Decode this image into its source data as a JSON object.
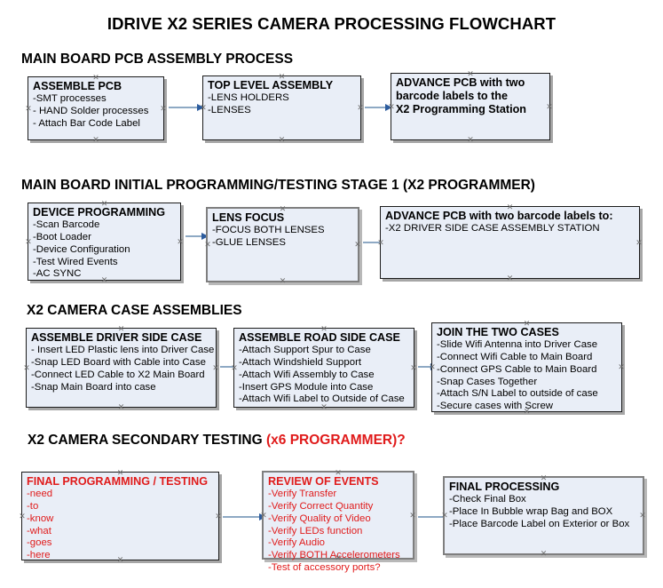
{
  "document": {
    "title": "IDRIVE X2  SERIES CAMERA PROCESSING FLOWCHART"
  },
  "theme": {
    "node_fill": "#e9eef7",
    "node_border": "#1b1b1b",
    "gray_border": "#7f7f7f",
    "arrow_line": "#8ea9c4",
    "arrow_head": "#2c5c9e",
    "accent_red": "#e01b1b",
    "text": "#000000",
    "background": "#ffffff"
  },
  "sections": [
    {
      "id": "main-board-pcb-assembly-process",
      "heading": "MAIN BOARD PCB ASSEMBLY PROCESS",
      "heading_accent": "",
      "nodes": [
        {
          "id": "assemble-pcb",
          "title": "ASSEMBLE PCB",
          "lines": [
            "-SMT processes",
            "- HAND Solder processes",
            "- Attach Bar Code Label"
          ],
          "bold_body": false,
          "red": false
        },
        {
          "id": "top-level-assembly",
          "title": "TOP LEVEL ASSEMBLY",
          "lines": [
            "-LENS HOLDERS",
            "-LENSES"
          ],
          "bold_body": false,
          "red": false
        },
        {
          "id": "advance-pcb-to-x2-programming-station",
          "title": "ADVANCE PCB with two",
          "lines": [
            "barcode labels to the",
            " X2 Programming Station"
          ],
          "bold_body": true,
          "red": false
        }
      ]
    },
    {
      "id": "main-board-initial-programming-testing-stage-1",
      "heading": "MAIN BOARD INITIAL PROGRAMMING/TESTING STAGE 1 (X2 PROGRAMMER)",
      "heading_accent": "",
      "nodes": [
        {
          "id": "device-programming",
          "title": "DEVICE PROGRAMMING",
          "lines": [
            "-Scan Barcode",
            "-Boot Loader",
            "-Device Configuration",
            "-Test Wired Events",
            "-AC SYNC"
          ],
          "bold_body": false,
          "red": false
        },
        {
          "id": "lens-focus",
          "title": "LENS FOCUS",
          "lines": [
            "-FOCUS BOTH LENSES",
            "-GLUE LENSES"
          ],
          "bold_body": false,
          "red": false
        },
        {
          "id": "advance-pcb-to-driver-side-case-assembly-station",
          "title": "ADVANCE PCB with two barcode labels to:",
          "lines": [
            "-X2 DRIVER  SIDE  CASE  ASSEMBLY STATION"
          ],
          "bold_body": false,
          "red": false
        }
      ]
    },
    {
      "id": "x2-camera-case-assemblies",
      "heading": "X2 CAMERA CASE ASSEMBLIES",
      "heading_accent": "",
      "nodes": [
        {
          "id": "assemble-driver-side-case",
          "title": "ASSEMBLE DRIVER SIDE CASE",
          "lines": [
            "- Insert LED Plastic lens into Driver Case",
            "-Snap LED Board with Cable into Case",
            "-Connect LED Cable to X2 Main Board",
            "-Snap Main Board into case"
          ],
          "bold_body": false,
          "red": false
        },
        {
          "id": "assemble-road-side-case",
          "title": "ASSEMBLE ROAD SIDE CASE",
          "lines": [
            "-Attach Support Spur to Case",
            "-Attach Windshield Support",
            "-Attach Wifi Assembly to Case",
            "-Insert GPS Module into Case",
            "-Attach Wifi Label to Outside of Case"
          ],
          "bold_body": false,
          "red": false
        },
        {
          "id": "join-the-two-cases",
          "title": "JOIN THE TWO CASES",
          "lines": [
            "-Slide Wifi Antenna into Driver Case",
            "-Connect Wifi Cable to Main Board",
            "-Connect GPS Cable to Main Board",
            "-Snap Cases Together",
            "-Attach S/N Label to outside of case",
            "-Secure cases with Screw"
          ],
          "bold_body": false,
          "red": false
        }
      ]
    },
    {
      "id": "x2-camera-secondary-testing",
      "heading": "X2 CAMERA SECONDARY TESTING ",
      "heading_accent": "(x6 PROGRAMMER)?",
      "nodes": [
        {
          "id": "final-programming-testing",
          "title": "FINAL PROGRAMMING / TESTING",
          "lines": [
            "-need",
            "-to",
            "-know",
            "-what",
            "-goes",
            "-here"
          ],
          "bold_body": false,
          "red": true
        },
        {
          "id": "review-of-events",
          "title": "REVIEW OF EVENTS",
          "lines": [
            "-Verify Transfer",
            "-Verify Correct Quantity",
            "-Verify Quality of Video",
            "-Verify LEDs function",
            "-Verify Audio",
            "-Verify BOTH Accelerometers",
            "-Test of accessory ports?"
          ],
          "bold_body": false,
          "red": true
        },
        {
          "id": "final-processing",
          "title": "FINAL PROCESSING",
          "lines": [
            " -Check Final Box",
            "-Place In Bubble wrap Bag and BOX",
            "-Place Barcode Label on Exterior or Box"
          ],
          "bold_body": false,
          "red": false
        }
      ]
    }
  ]
}
